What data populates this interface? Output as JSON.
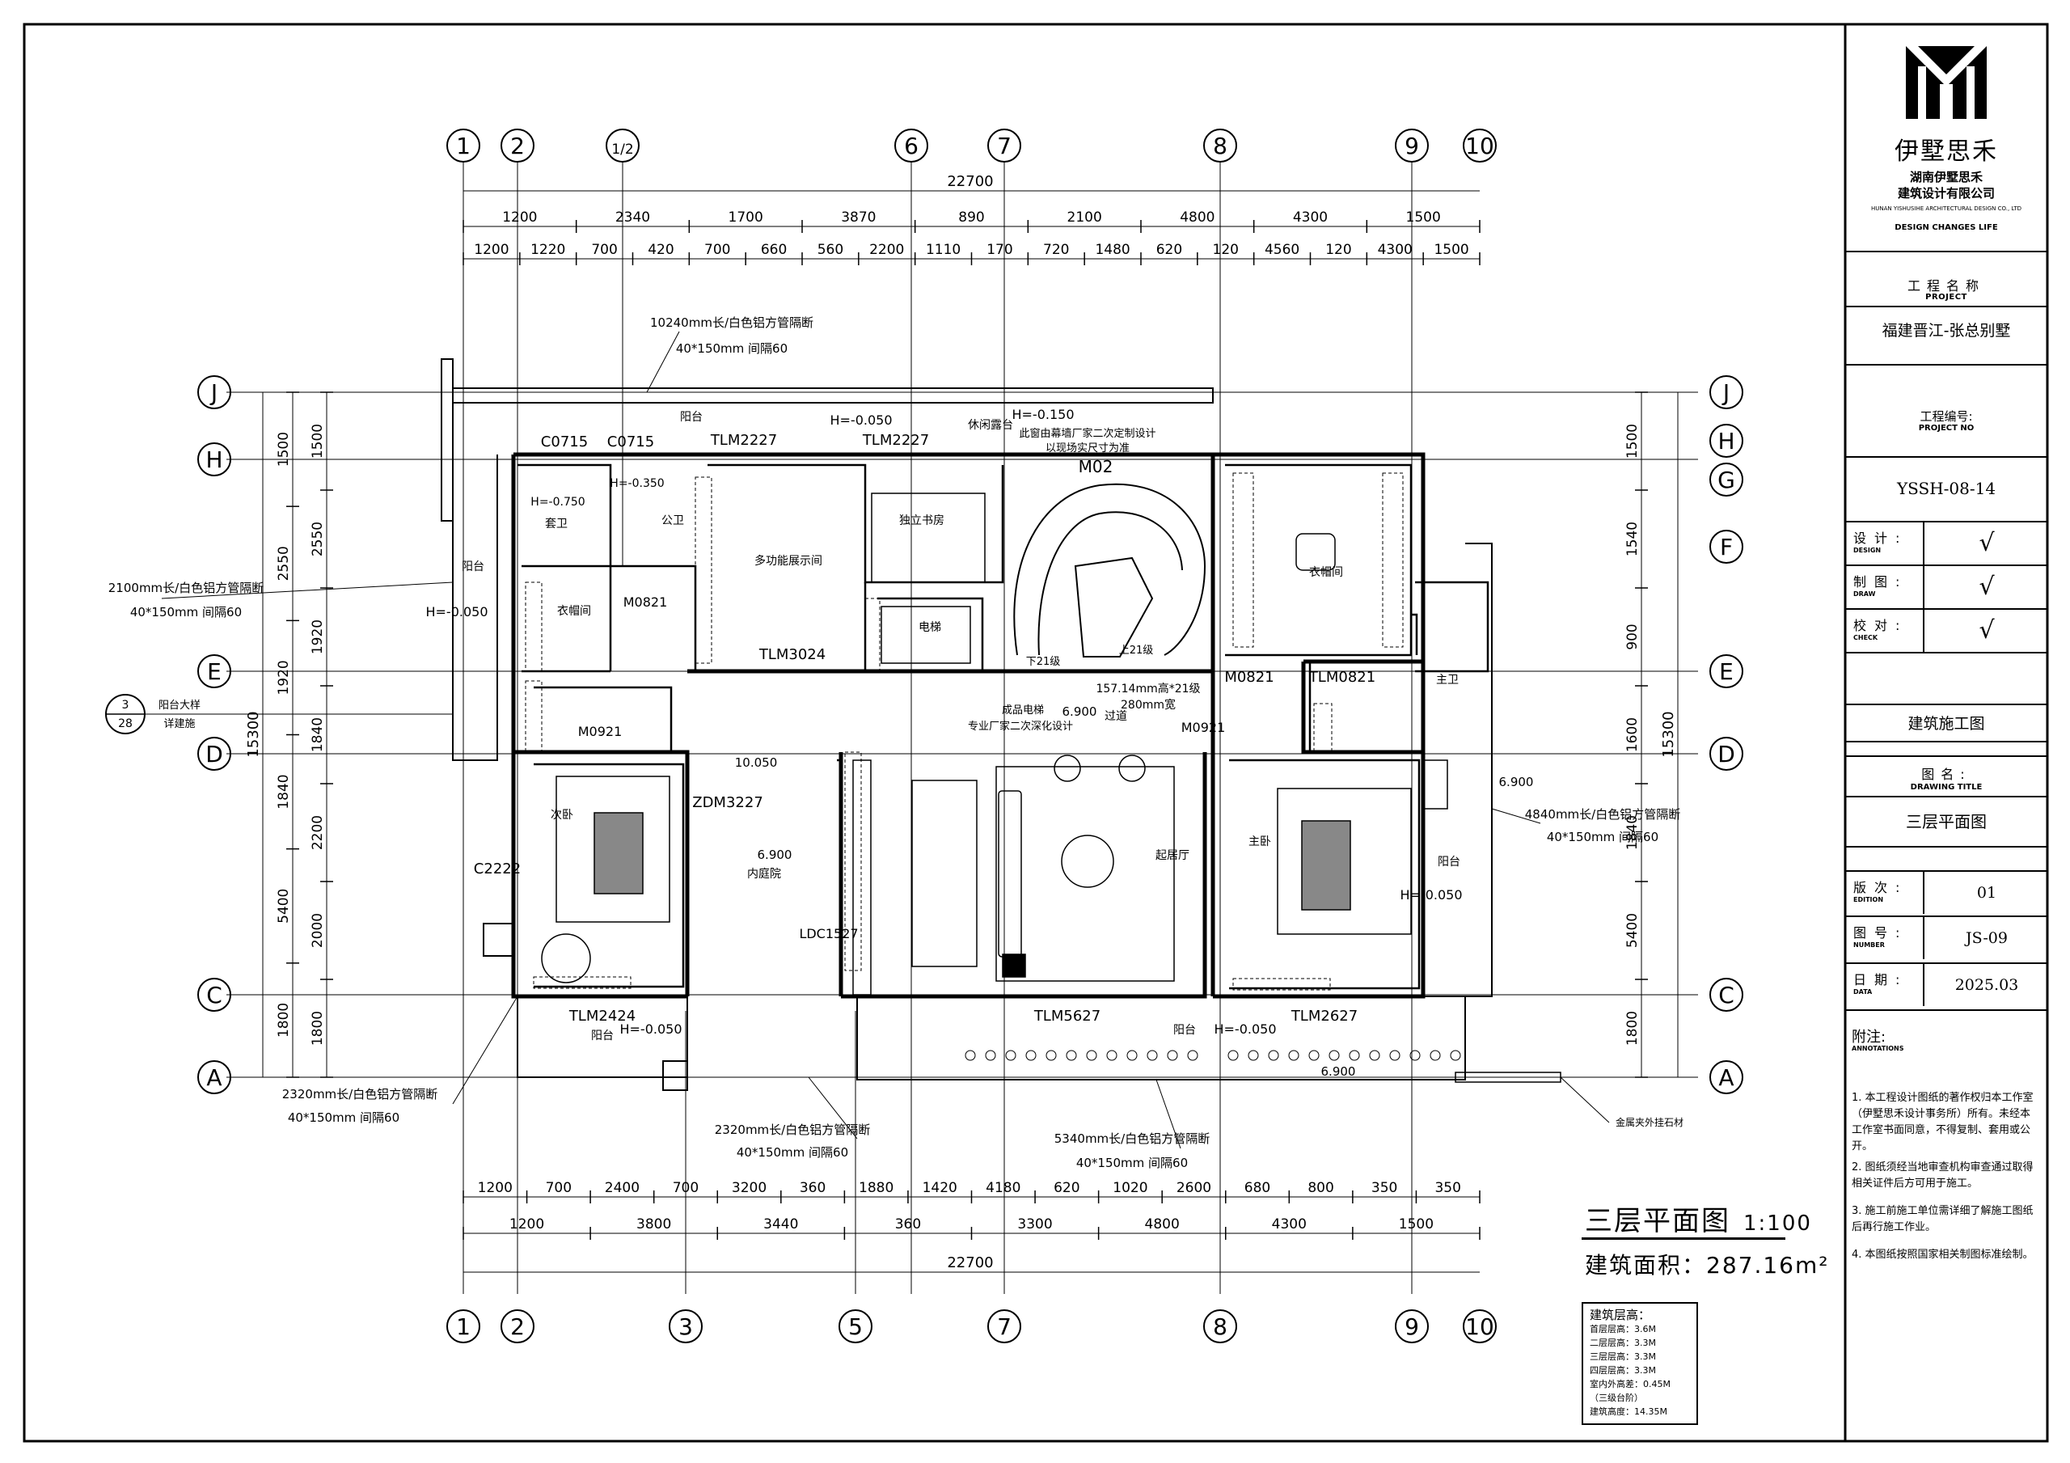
{
  "title_block": {
    "company_cn": "伊墅思禾",
    "company_full_1": "湖南伊墅思禾",
    "company_full_2": "建筑设计有限公司",
    "company_en": "HUNAN YISHUSIHE ARCHITECTURAL DESIGN CO., LTD",
    "slogan": "DESIGN CHANGES LIFE",
    "project_label": "工程名称",
    "project_label_en": "PROJECT",
    "project_name": "福建晋江-张总别墅",
    "project_no_label": "工程编号:",
    "project_no_label_en": "PROJECT NO",
    "project_no": "YSSH-08-14",
    "design_label": "设计:",
    "design_label_en": "DESIGN",
    "draw_label": "制图:",
    "draw_label_en": "DRAW",
    "check_label": "校对:",
    "check_label_en": "CHECK",
    "check_mark": "√",
    "stage": "建筑施工图",
    "drawing_title_label": "图名:",
    "drawing_title_label_en": "DRAWING TITLE",
    "drawing_title": "三层平面图",
    "edition_label": "版次:",
    "edition_label_en": "EDITION",
    "edition": "01",
    "number_label": "图号:",
    "number_label_en": "NUMBER",
    "number": "JS-09",
    "date_label": "日期:",
    "date_label_en": "DATA",
    "date": "2025.03",
    "notes_label": "附注:",
    "notes_label_en": "ANNOTATIONS",
    "notes": [
      "1. 本工程设计图纸的著作权归本工作室（伊墅思禾设计事务所）所有。未经本工作室书面同意，不得复制、套用或公开。",
      "2. 图纸须经当地审查机构审查通过取得相关证件后方可用于施工。",
      "3. 施工前施工单位需详细了解施工图纸后再行施工作业。",
      "4. 本图纸按照国家相关制图标准绘制。"
    ]
  },
  "plan": {
    "title": "三层平面图",
    "scale": "1:100",
    "area": "建筑面积：287.16m²",
    "floor_heights_title": "建筑层高：",
    "floor_heights": [
      "首层层高：3.6M",
      "二层层高：3.3M",
      "三层层高：3.3M",
      "四层层高：3.3M",
      "室内外高差：0.45M",
      "（三级台阶）",
      "建筑高度：14.35M"
    ],
    "top_axes": [
      "1",
      "2",
      "1/2",
      "6",
      "7",
      "8",
      "9",
      "10"
    ],
    "bottom_axes": [
      "1",
      "2",
      "3",
      "5",
      "7",
      "8",
      "9",
      "10"
    ],
    "left_axes": [
      "J",
      "H",
      "E",
      "D",
      "C",
      "A"
    ],
    "right_axes": [
      "J",
      "H",
      "G",
      "F",
      "E",
      "D",
      "C",
      "A"
    ],
    "total_width": "22700",
    "top_dims_1": [
      "1200",
      "2340",
      "1700",
      "3870",
      "890",
      "2100",
      "4800",
      "4300",
      "1500"
    ],
    "top_dims_2": [
      "1200",
      "1220",
      "700",
      "420",
      "700",
      "660",
      "560",
      "2200",
      "1110",
      "170",
      "720",
      "1480",
      "620",
      "120",
      "4560",
      "120",
      "4300",
      "1500"
    ],
    "bottom_dims_1": [
      "1200",
      "700",
      "2400",
      "700",
      "3200",
      "360",
      "1880",
      "1420",
      "4180",
      "620",
      "1020",
      "2600",
      "680",
      "800",
      "350",
      "350"
    ],
    "bottom_dims_2": [
      "1200",
      "3800",
      "3440",
      "360",
      "3300",
      "4800",
      "4300",
      "1500"
    ],
    "left_dims_1": [
      "1500",
      "2550",
      "1920",
      "1840",
      "5400",
      "1800"
    ],
    "left_dims_2": [
      "1500",
      "2550",
      "1920",
      "1840",
      "2200",
      "2000",
      "1800"
    ],
    "left_total": "15300",
    "right_dims": [
      "1500",
      "1540",
      "900",
      "1600",
      "1840",
      "5400",
      "1800"
    ],
    "right_total": "15300",
    "rooms": [
      {
        "name": "阳台",
        "id": "balcony-top"
      },
      {
        "name": "休闲露台",
        "id": "terrace"
      },
      {
        "name": "多功能展示间",
        "id": "display-room"
      },
      {
        "name": "独立书房",
        "id": "study"
      },
      {
        "name": "衣帽间",
        "id": "closet-right"
      },
      {
        "name": "套卫",
        "id": "suite-bath"
      },
      {
        "name": "公卫",
        "id": "public-bath"
      },
      {
        "name": "衣帽间",
        "id": "closet-left"
      },
      {
        "name": "阳台",
        "id": "balcony-left"
      },
      {
        "name": "主卫",
        "id": "master-bath"
      },
      {
        "name": "次卧",
        "id": "second-bedroom"
      },
      {
        "name": "内庭院",
        "id": "courtyard"
      },
      {
        "name": "起居厅",
        "id": "living"
      },
      {
        "name": "主卧",
        "id": "master-bedroom"
      },
      {
        "name": "阳台",
        "id": "balcony-right"
      },
      {
        "name": "阳台",
        "id": "balcony-bottom-left"
      },
      {
        "name": "阳台",
        "id": "balcony-bottom"
      },
      {
        "name": "过道",
        "id": "corridor"
      },
      {
        "name": "电梯",
        "id": "elevator"
      }
    ],
    "labels": {
      "c0715a": "C0715",
      "c0715b": "C0715",
      "tlm2227a": "TLM2227",
      "tlm2227b": "TLM2227",
      "h050a": "H=-0.050",
      "h150": "H=-0.150",
      "h350": "H=-0.350",
      "m02": "M02",
      "m0821a": "M0821",
      "m0821b": "TLM0821",
      "m0821c": "M0821",
      "m0921a": "M0921",
      "m0921b": "M0921",
      "tlm3024": "TLM3024",
      "zdm3227": "ZDM3227",
      "c2222": "C2222",
      "ldc1527": "LDC1527",
      "tlm2424": "TLM2424",
      "tlm5627": "TLM5627",
      "tlm2627": "TLM2627",
      "e6900a": "6.900",
      "e6900b": "6.900",
      "e6900c": "6.900",
      "e6900d": "6.900",
      "e10050": "10.050",
      "h050b": "H=-0.050",
      "h050c": "H=-0.050",
      "h050d": "H=-0.050",
      "h050e": "H=-0.050",
      "h750": "H=-0.750",
      "stair_up": "上21级",
      "stair_down": "下21级",
      "stair_note": "157.14mm高*21级",
      "stair_note2": "280mm宽",
      "curtain_note": "此窗由幕墙厂家二次定制设计",
      "curtain_note2": "以现场实尺寸为准",
      "elev_note": "专业厂家二次深化设计",
      "elev_note2": "成品电梯",
      "grille_top": "10240mm长/白色铝方管隔断",
      "grille_top2": "40*150mm  间隔60",
      "grille_left": "2100mm长/白色铝方管隔断",
      "grille_left2": "40*150mm  间隔60",
      "grille_right": "4840mm长/白色铝方管隔断",
      "grille_right2": "40*150mm  间隔60",
      "grille_bl": "2320mm长/白色铝方管隔断",
      "grille_bl2": "40*150mm  间隔60",
      "grille_bm": "2320mm长/白色铝方管隔断",
      "grille_bm2": "40*150mm  间隔60",
      "grille_bottom": "5340mm长/白色铝方管隔断",
      "grille_bottom2": "40*150mm  间隔60",
      "metal_note": "金属夹外挂石材",
      "detail_num": "3",
      "detail_sheet": "28",
      "detail_note": "阳台大样",
      "detail_note2": "详建施"
    }
  }
}
